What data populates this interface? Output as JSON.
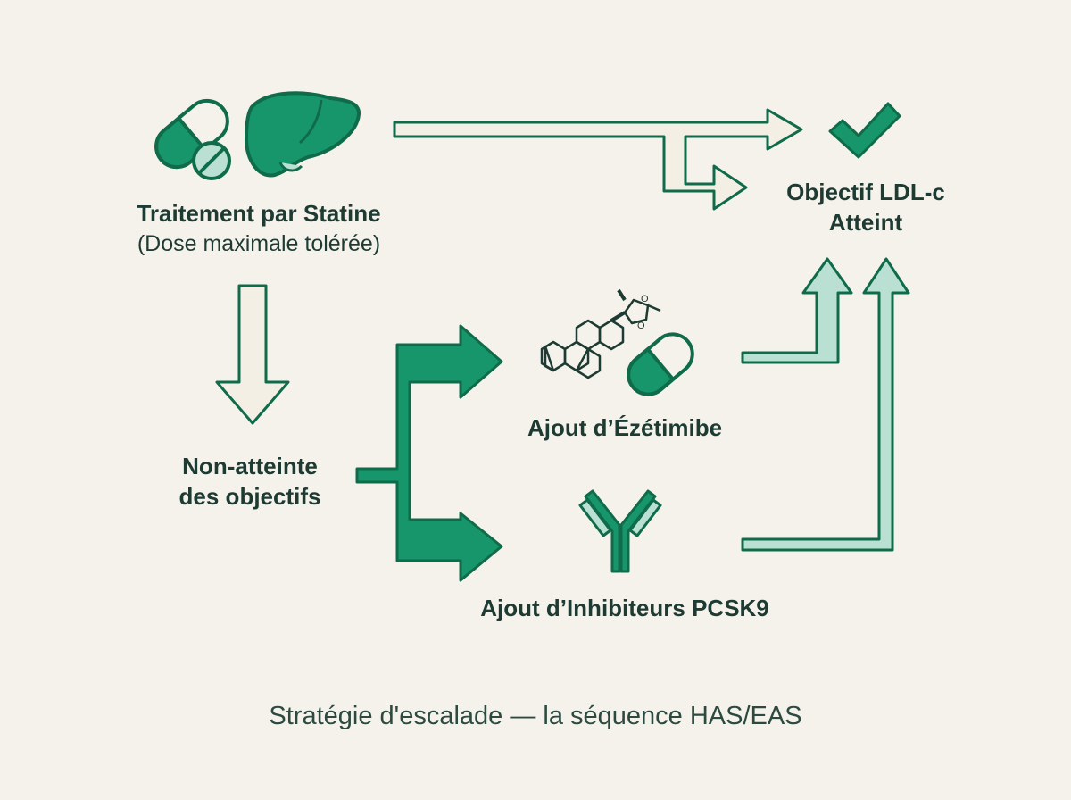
{
  "statin": {
    "title": "Traitement par Statine",
    "subtitle": "(Dose maximale tolérée)"
  },
  "goal": {
    "line1": "Objectif LDL-c",
    "line2": "Atteint"
  },
  "not_reached": {
    "line1": "Non-atteinte",
    "line2": "des objectifs"
  },
  "ezetimibe": {
    "label": "Ajout d’Ézétimibe"
  },
  "pcsk9": {
    "label": "Ajout d’Inhibiteurs PCSK9"
  },
  "caption": "Stratégie d'escalade — la séquence HAS/EAS",
  "colors": {
    "primary": "#16966a",
    "dark": "#0f6b4a",
    "pale": "#b9e0d3",
    "cream": "#f3efe4",
    "background": "#f5f2ec",
    "text": "#1d3b32"
  }
}
